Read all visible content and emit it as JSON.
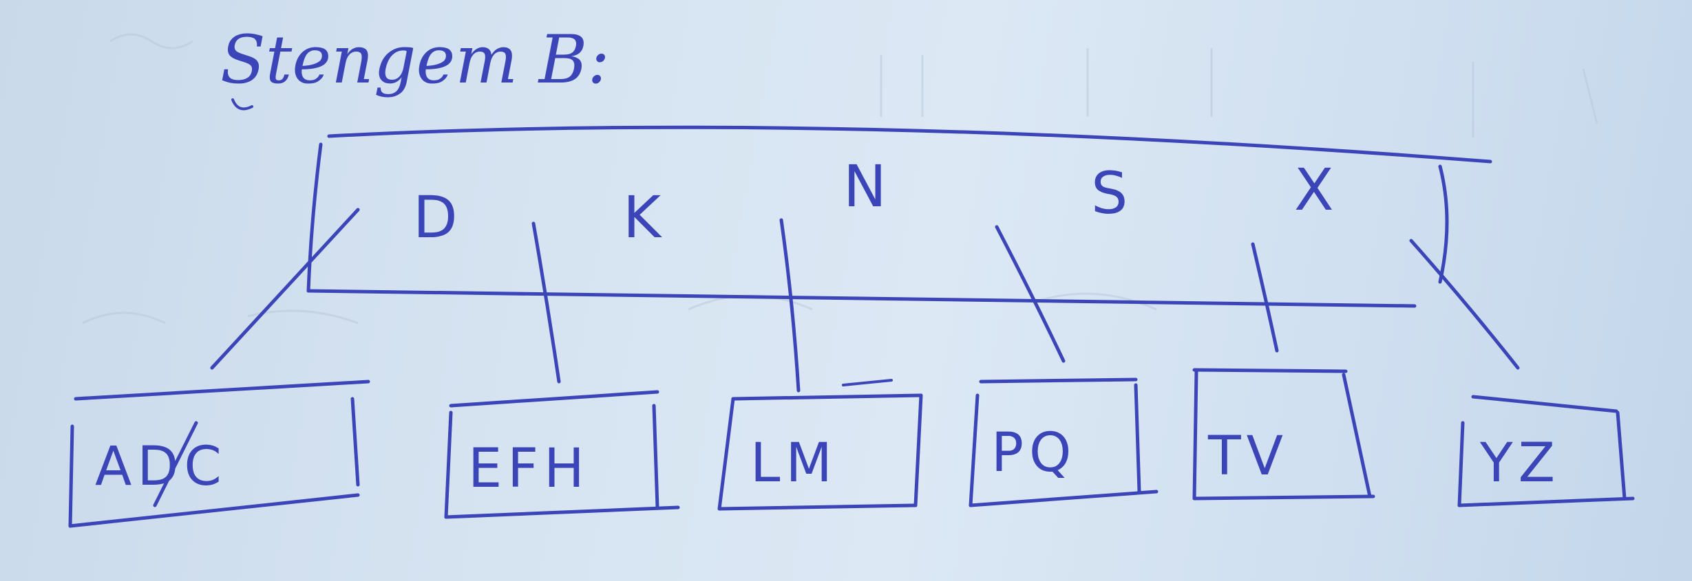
{
  "title": "Stengem B:",
  "root": {
    "keys": [
      "D",
      "K",
      "N",
      "S",
      "X"
    ]
  },
  "leaves": [
    {
      "label": "ADC"
    },
    {
      "label": "EFH"
    },
    {
      "label": "LM"
    },
    {
      "label": "PQ"
    },
    {
      "label": "TV"
    },
    {
      "label": "YZ"
    }
  ],
  "colors": {
    "ink": "#3b45b8",
    "paper": "#d5e3f1"
  }
}
